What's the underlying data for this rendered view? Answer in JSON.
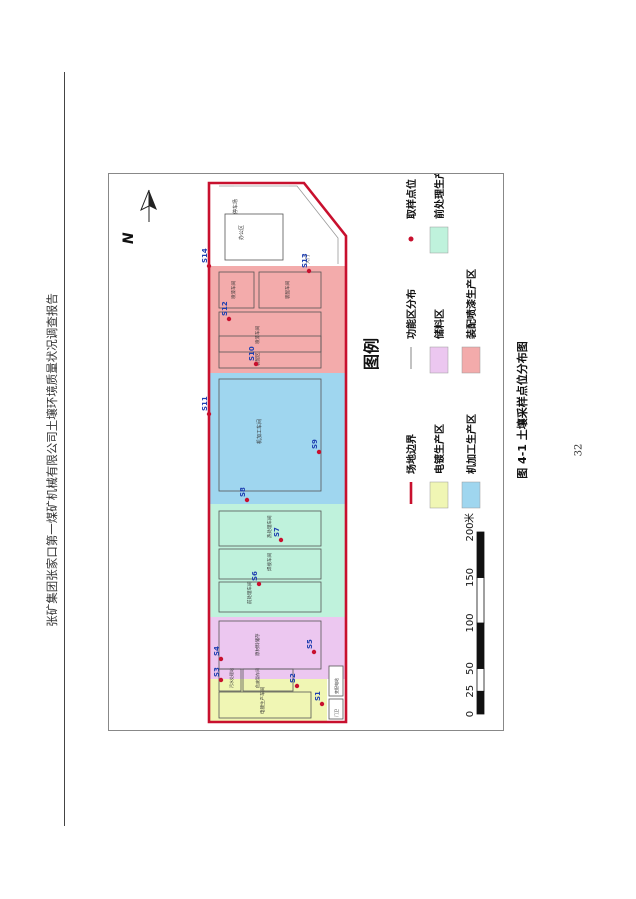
{
  "header": {
    "text": "张矿集团张家口第一煤矿机械有限公司土壤环境质量状况调查报告"
  },
  "page": {
    "number": "32"
  },
  "figure": {
    "caption": "图 4-1 土壤采样点位分布图"
  },
  "north": {
    "label": "N"
  },
  "legend": {
    "title": "图例",
    "items": [
      {
        "label": "场地边界",
        "kind": "line",
        "color": "#c8102e"
      },
      {
        "label": "功能区分布",
        "kind": "thin-line",
        "color": "#777777"
      },
      {
        "label": "取样点位",
        "kind": "dot",
        "color": "#c8102e"
      },
      {
        "label": "电镀生产区",
        "kind": "box",
        "color": "#f0f6b4"
      },
      {
        "label": "储料区",
        "kind": "box",
        "color": "#ecc7f0"
      },
      {
        "label": "前处理生产区",
        "kind": "box",
        "color": "#bff2dc"
      },
      {
        "label": "机加工生产区",
        "kind": "box",
        "color": "#9fd6ef"
      },
      {
        "label": "装配喷漆生产区",
        "kind": "box",
        "color": "#f3abab"
      }
    ]
  },
  "scale_bar": {
    "ticks": [
      "0",
      "25",
      "50",
      "100",
      "150",
      "200"
    ],
    "unit": "米"
  },
  "buildings": {
    "carport": "停车场",
    "office": "办公区",
    "gate": "大门",
    "paint_workshop": "喷漆车间",
    "assembly_workshop": "装配车间",
    "painting2": "喷漆车间",
    "assembly_area": "装配区",
    "machining": "机加工车间",
    "heat_treatment": "热处理车间",
    "welding": "焊接车间",
    "pretreat": "前处理车间",
    "storage": "原材料储存",
    "sewage": "污水处理站",
    "waste": "危废暂存间",
    "plating": "电镀生产车间",
    "guard": "门卫",
    "station": "变配电站",
    "transformer": "变电站"
  },
  "samples": [
    "S1",
    "S2",
    "S3",
    "S4",
    "S5",
    "S6",
    "S7",
    "S8",
    "S9",
    "S10",
    "S11",
    "S12",
    "S13",
    "S14"
  ],
  "colors": {
    "boundary": "#c8102e",
    "sample_label": "#1f3fb0",
    "plating": "#f0f6b4",
    "storage": "#ecc7f0",
    "pretreat": "#bff2dc",
    "machining": "#9fd6ef",
    "assembly": "#f3abab"
  }
}
